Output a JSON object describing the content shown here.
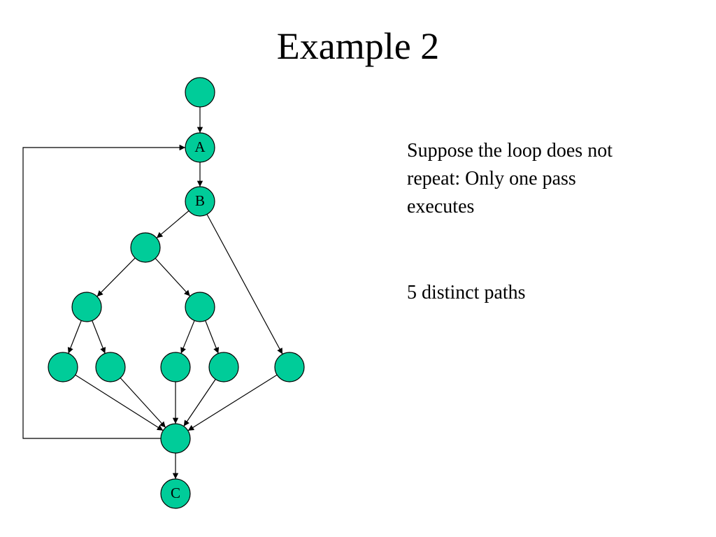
{
  "title": "Example 2",
  "colors": {
    "node_fill": "#00cc99",
    "stroke": "#000000"
  },
  "graph": {
    "nodes": [
      {
        "id": "entry",
        "label": ""
      },
      {
        "id": "A",
        "label": "A"
      },
      {
        "id": "B",
        "label": "B"
      },
      {
        "id": "n1",
        "label": ""
      },
      {
        "id": "n2",
        "label": ""
      },
      {
        "id": "n3",
        "label": ""
      },
      {
        "id": "n4",
        "label": ""
      },
      {
        "id": "n5",
        "label": ""
      },
      {
        "id": "n6",
        "label": ""
      },
      {
        "id": "n7",
        "label": ""
      },
      {
        "id": "n8",
        "label": ""
      },
      {
        "id": "join",
        "label": ""
      },
      {
        "id": "C",
        "label": "C"
      }
    ],
    "edges": [
      {
        "from": "entry",
        "to": "A"
      },
      {
        "from": "A",
        "to": "B"
      },
      {
        "from": "B",
        "to": "n1"
      },
      {
        "from": "B",
        "to": "n8"
      },
      {
        "from": "n1",
        "to": "n2"
      },
      {
        "from": "n1",
        "to": "n3"
      },
      {
        "from": "n2",
        "to": "n4"
      },
      {
        "from": "n2",
        "to": "n5"
      },
      {
        "from": "n3",
        "to": "n6"
      },
      {
        "from": "n3",
        "to": "n7"
      },
      {
        "from": "n4",
        "to": "join"
      },
      {
        "from": "n5",
        "to": "join"
      },
      {
        "from": "n6",
        "to": "join"
      },
      {
        "from": "n7",
        "to": "join"
      },
      {
        "from": "n8",
        "to": "join"
      },
      {
        "from": "join",
        "to": "C"
      },
      {
        "from": "join",
        "to": "A",
        "kind": "loop-back"
      }
    ]
  },
  "notes": {
    "loop": "Suppose the loop does not repeat: Only one pass executes",
    "paths": "5 distinct paths"
  }
}
